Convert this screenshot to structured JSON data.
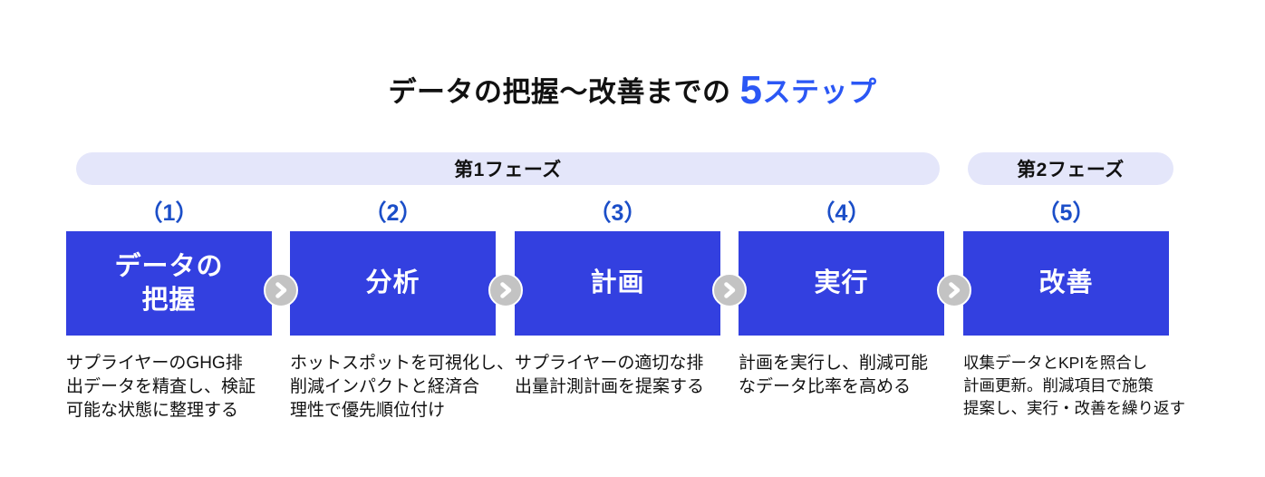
{
  "title": {
    "prefix": "データの把握〜改善までの",
    "highlight_number": "5",
    "highlight_suffix": "ステップ"
  },
  "phases": [
    {
      "label": "第1フェーズ",
      "covers_steps": "1-4"
    },
    {
      "label": "第2フェーズ",
      "covers_steps": "5"
    }
  ],
  "steps": [
    {
      "number": "（1）",
      "label": "データの\n把握",
      "description": "サプライヤーのGHG排\n出データを精査し、検証\n可能な状態に整理する"
    },
    {
      "number": "（2）",
      "label": "分析",
      "description": "ホットスポットを可視化し、\n削減インパクトと経済合\n理性で優先順位付け"
    },
    {
      "number": "（3）",
      "label": "計画",
      "description": "サプライヤーの適切な排\n出量計測計画を提案する"
    },
    {
      "number": "（4）",
      "label": "実行",
      "description": "計画を実行し、削減可能\nなデータ比率を高める"
    },
    {
      "number": "（5）",
      "label": "改善",
      "description": "収集データとKPIを照合し\n計画更新。削減項目で施策\n提案し、実行・改善を繰り返す"
    }
  ],
  "colors": {
    "step_box": "#3340E0",
    "step_number": "#1B4EC8",
    "title_accent": "#2B57F5",
    "phase_pill": "#E4E6FA",
    "arrow_circle": "#C3C3C3",
    "text": "#111111",
    "background": "#FFFFFF"
  }
}
